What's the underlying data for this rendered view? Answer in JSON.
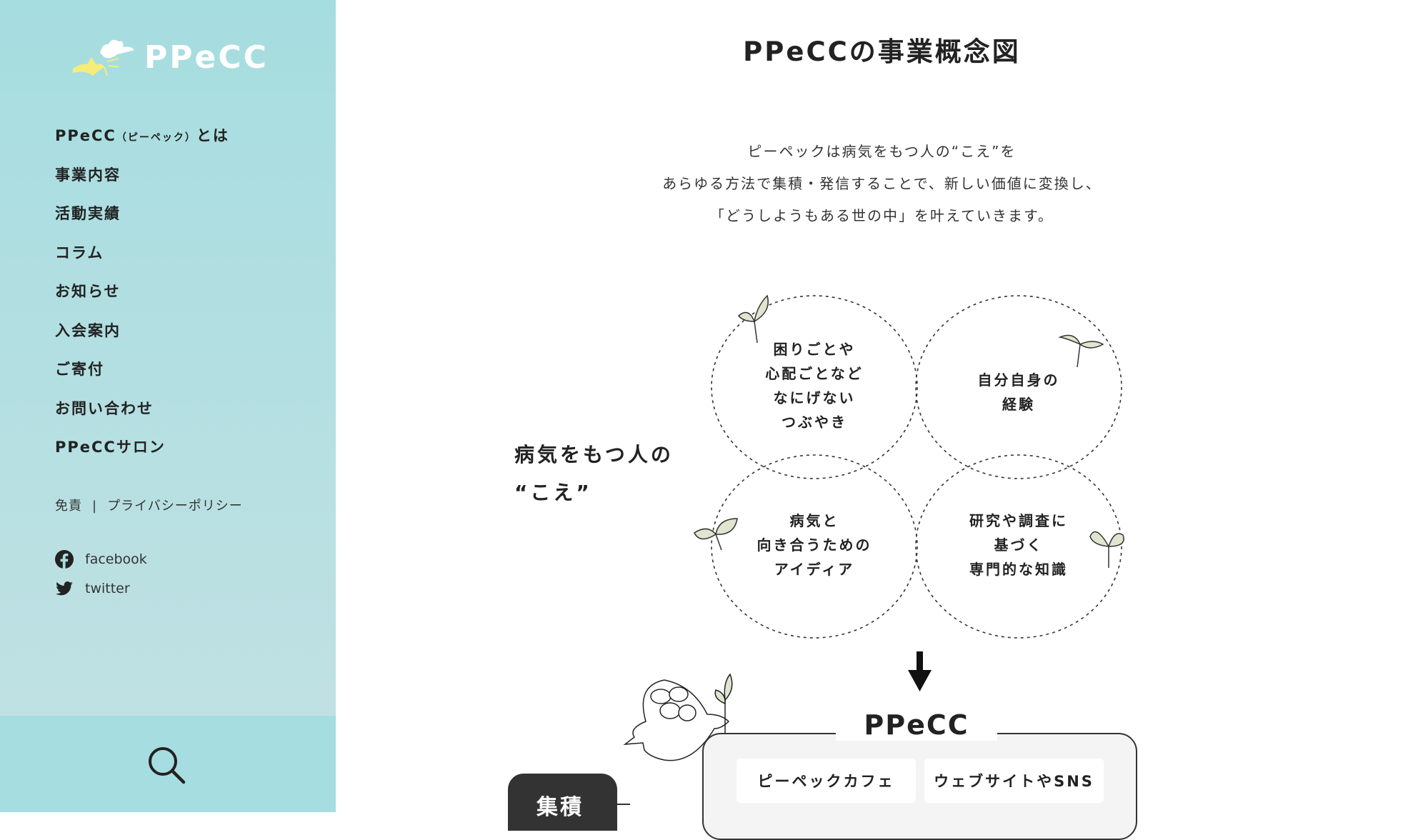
{
  "sidebar": {
    "logo": "PPeCC",
    "nav": [
      {
        "label": "PPeCC",
        "sub": "（ピーペック）",
        "suffix": "とは"
      },
      {
        "label": "事業内容"
      },
      {
        "label": "活動実績"
      },
      {
        "label": "コラム"
      },
      {
        "label": "お知らせ"
      },
      {
        "label": "入会案内"
      },
      {
        "label": "ご寄付"
      },
      {
        "label": "お問い合わせ"
      },
      {
        "label": "PPeCCサロン"
      }
    ],
    "legal": {
      "disclaimer": "免責",
      "separator": "|",
      "privacy": "プライバシーポリシー"
    },
    "social": [
      {
        "label": "facebook",
        "icon": "facebook-icon"
      },
      {
        "label": "twitter",
        "icon": "twitter-icon"
      }
    ],
    "search_icon": "search-icon"
  },
  "main": {
    "title": "PPeCCの事業概念図",
    "intro": [
      "ピーペックは病気をもつ人の“こえ”を",
      "あらゆる方法で集積・発信することで、新しい価値に変換し、",
      "「どうしようもある世の中」を叶えていきます。"
    ],
    "voice": [
      "病気をもつ人の",
      "“こえ”"
    ],
    "circles": [
      [
        "困りごとや",
        "心配ごとなど",
        "なにげない",
        "つぶやき"
      ],
      [
        "自分自身の",
        "経験"
      ],
      [
        "病気と",
        "向き合うための",
        "アイディア"
      ],
      [
        "研究や調査に",
        "基づく",
        "専門的な知識"
      ]
    ],
    "box_label": "PPeCC",
    "items": [
      "ピーペックカフェ",
      "ウェブサイトやSNS"
    ],
    "tab": "集積"
  },
  "colors": {
    "sidebar": "#a6dde0",
    "dark": "#333333",
    "sprout": "#dfe5cf"
  }
}
